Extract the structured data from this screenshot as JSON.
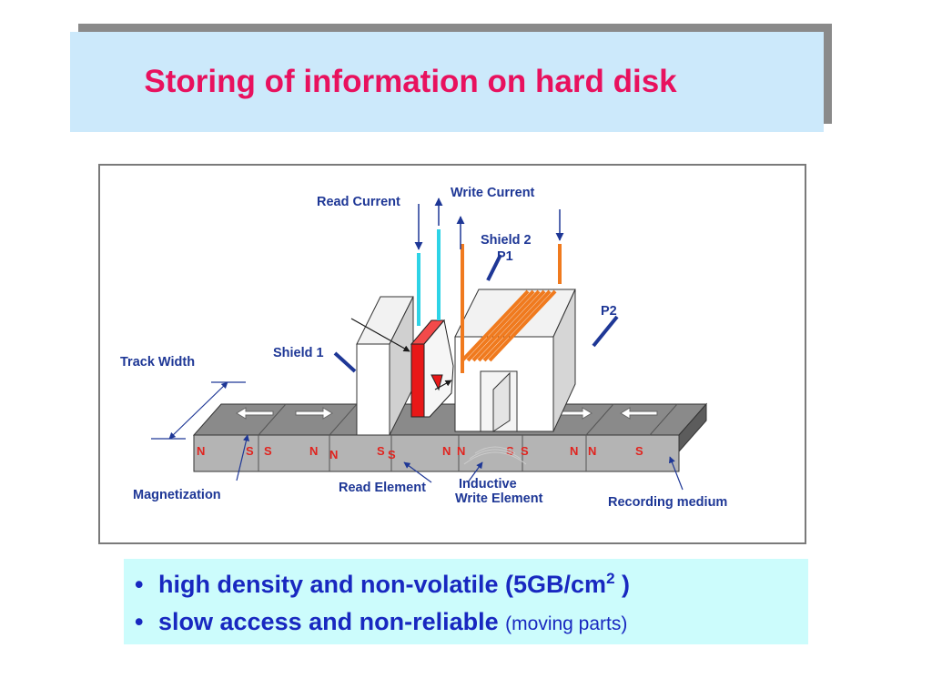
{
  "slide": {
    "title": "Storing of information on hard disk"
  },
  "diagram": {
    "labels": {
      "read_current": "Read Current",
      "write_current": "Write Current",
      "shield2": "Shield 2",
      "p1": "P1",
      "p2": "P2",
      "shield1": "Shield 1",
      "track_width": "Track Width",
      "magnetization": "Magnetization",
      "read_element": "Read Element",
      "inductive": "Inductive",
      "write_element": "Write Element",
      "recording_medium": "Recording medium"
    },
    "poles": [
      "N",
      "S",
      "S",
      "N",
      "N",
      "S",
      "S",
      "N",
      "N",
      "S",
      "S",
      "N",
      "N",
      "S"
    ],
    "colors": {
      "pole_red": "#e1231e",
      "label_blue": "#1e3796",
      "read_element_red": "#e81818",
      "coil_orange": "#f07a1e",
      "read_lead_cyan": "#2ed3e6"
    }
  },
  "bullets": {
    "item1_text": "high density and non-volatile (5GB/cm",
    "item1_sup": "2",
    "item1_close": ")",
    "item2_text": "slow access and non-reliable",
    "item2_note": "(moving parts)"
  }
}
